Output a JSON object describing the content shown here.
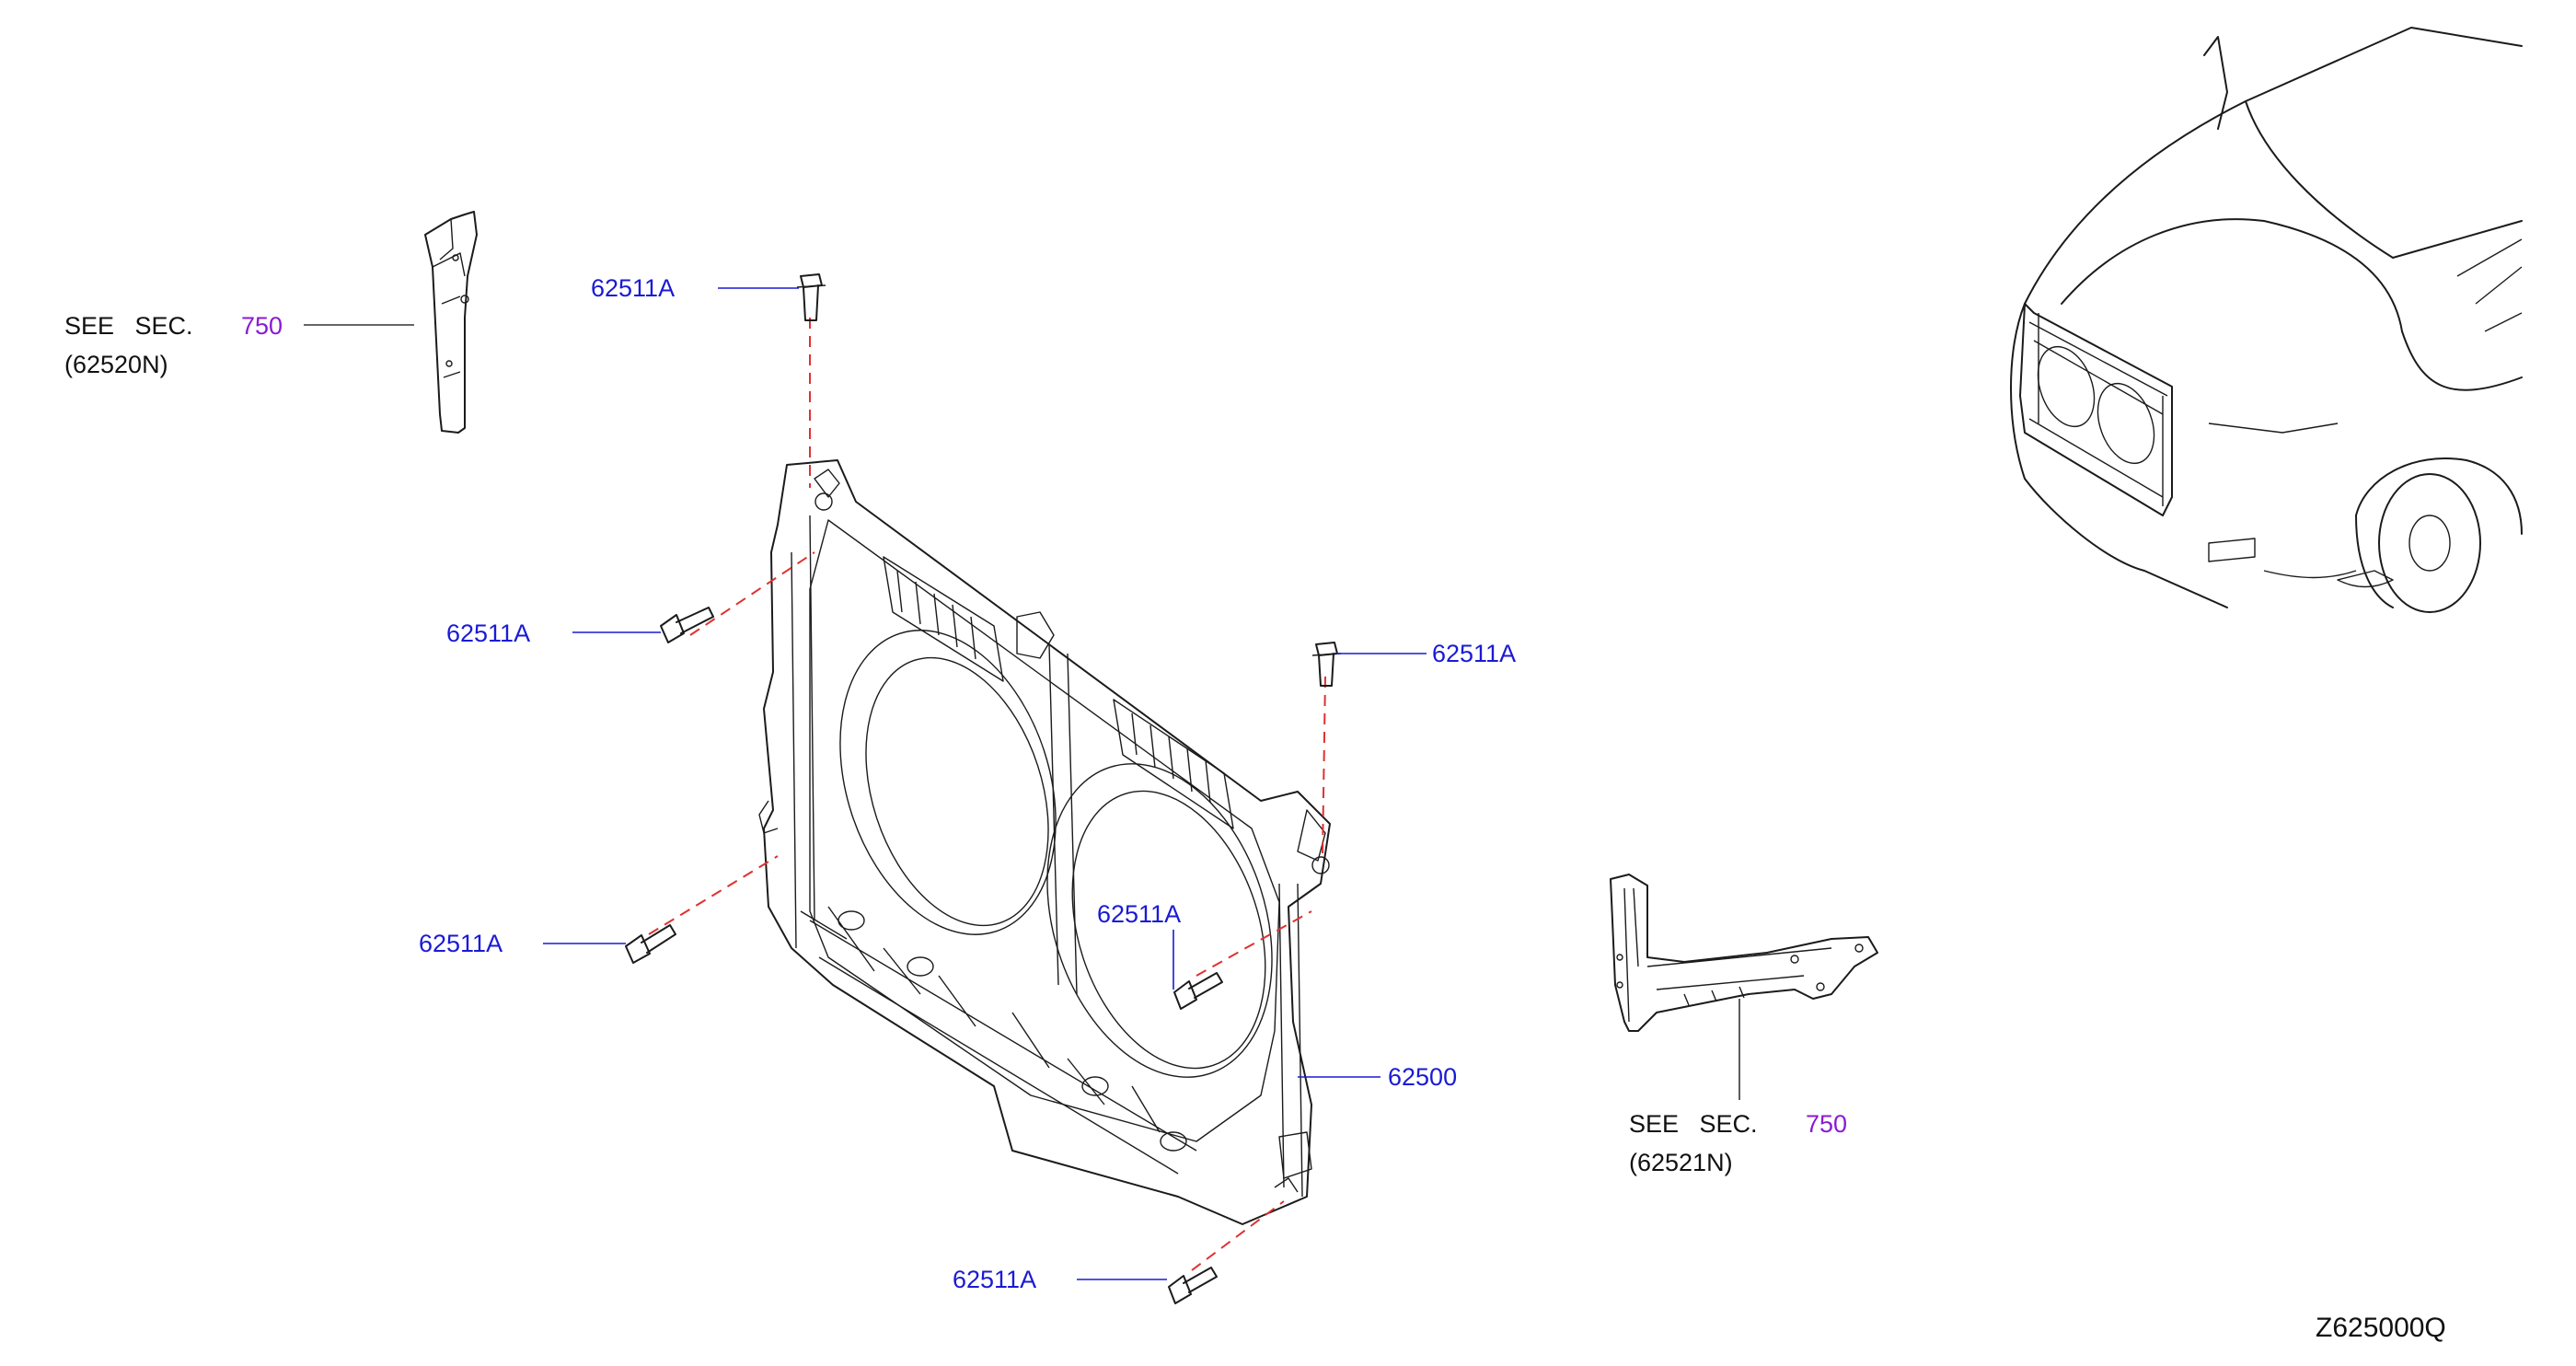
{
  "diagram_code": "Z625000Q",
  "main_part": "62500",
  "bolt_part": "62511A",
  "callouts": [
    {
      "part": "62511A"
    },
    {
      "part": "62511A"
    },
    {
      "part": "62511A"
    },
    {
      "part": "62511A"
    },
    {
      "part": "62511A"
    },
    {
      "part": "62511A"
    }
  ],
  "see_sec_left": {
    "text": "SEE   SEC.",
    "section": "750",
    "part": "(62520N)"
  },
  "see_sec_right": {
    "text": "SEE   SEC.",
    "section": "750",
    "part": "(62521N)"
  },
  "colors": {
    "callout": "#1a1ad6",
    "section_ref": "#8a1ad6",
    "fastener_path": "#e03030"
  }
}
